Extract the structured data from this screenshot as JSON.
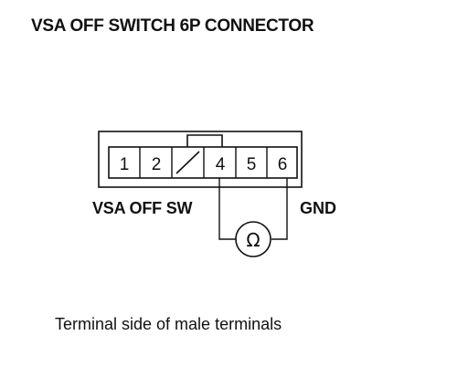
{
  "title": "VSA OFF SWITCH 6P CONNECTOR",
  "connector": {
    "pins": [
      "1",
      "2",
      "",
      "4",
      "5",
      "6"
    ]
  },
  "labels": {
    "switch": "VSA OFF SW",
    "ground": "GND"
  },
  "meter_symbol": "Ω",
  "caption": "Terminal side of male terminals"
}
